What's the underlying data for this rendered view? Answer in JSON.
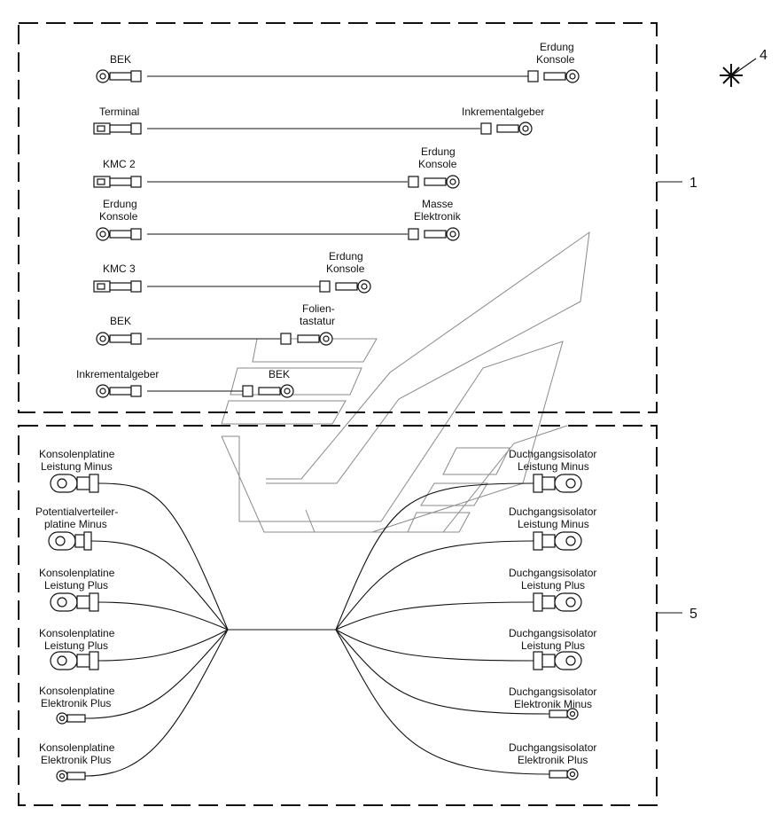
{
  "callouts": {
    "asterisk": "4",
    "box_top": "1",
    "box_bottom": "5"
  },
  "top_cables": [
    {
      "left": [
        "BEK"
      ],
      "right": [
        "Erdung",
        "Konsole"
      ]
    },
    {
      "left": [
        "Terminal"
      ],
      "right": [
        "Inkrementalgeber"
      ]
    },
    {
      "left": [
        "KMC 2"
      ],
      "right": [
        "Erdung",
        "Konsole"
      ]
    },
    {
      "left": [
        "Erdung",
        "Konsole"
      ],
      "right": [
        "Masse",
        "Elektronik"
      ]
    },
    {
      "left": [
        "KMC 3"
      ],
      "right": [
        "Erdung",
        "Konsole"
      ]
    },
    {
      "left": [
        "BEK"
      ],
      "right": [
        "Folien-",
        "tastatur"
      ]
    },
    {
      "left": [
        "Inkrementalgeber"
      ],
      "right": [
        "BEK"
      ]
    }
  ],
  "harness_left": [
    [
      "Konsolenplatine",
      "Leistung Minus"
    ],
    [
      "Potentialverteiler-",
      "platine Minus"
    ],
    [
      "Konsolenplatine",
      "Leistung Plus"
    ],
    [
      "Konsolenplatine",
      "Leistung Plus"
    ],
    [
      "Konsolenplatine",
      "Elektronik Plus"
    ],
    [
      "Konsolenplatine",
      "Elektronik Plus"
    ]
  ],
  "harness_right": [
    [
      "Duchgangsisolator",
      "Leistung Minus"
    ],
    [
      "Duchgangsisolator",
      "Leistung Minus"
    ],
    [
      "Duchgangsisolator",
      "Leistung Plus"
    ],
    [
      "Duchgangsisolator",
      "Leistung Plus"
    ],
    [
      "Duchgangsisolator",
      "Elektronik Minus"
    ],
    [
      "Duchgangsisolator",
      "Elektronik Plus"
    ]
  ]
}
